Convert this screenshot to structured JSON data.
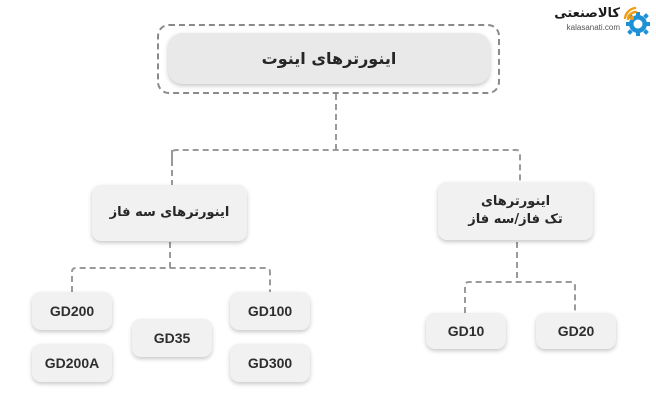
{
  "logo": {
    "name_fa": "کالاصنعتی",
    "domain": "kalasanati.com",
    "colors": {
      "orange": "#f39c12",
      "blue": "#1e90d6"
    }
  },
  "diagram": {
    "root": {
      "label": "اینورترهای اینوت"
    },
    "categories": {
      "three_phase": {
        "label": "اینورترهای سه فاز",
        "children": [
          "GD200",
          "GD35",
          "GD100",
          "GD200A",
          "GD300"
        ]
      },
      "single_phase": {
        "label_line1": "اینورترهای",
        "label_line2": "تک فاز/سه فاز",
        "children": [
          "GD10",
          "GD20"
        ]
      }
    },
    "connector_color": "#9a9a9a"
  }
}
